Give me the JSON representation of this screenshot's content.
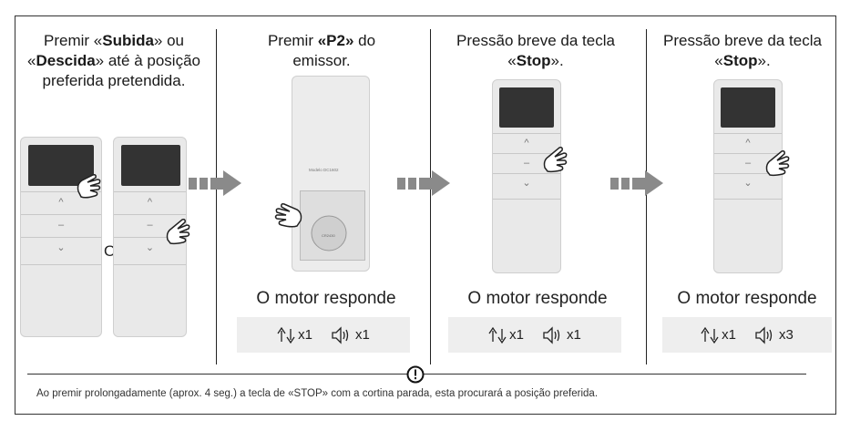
{
  "steps": [
    {
      "pre": "Premir «",
      "bold1": "Subida",
      "mid": "» ou «",
      "bold2": "Descida",
      "post": "» até à posição preferida pretendida."
    },
    {
      "pre": "Premir ",
      "bold1": "«P2»",
      "post": " do emissor."
    },
    {
      "pre": "Pressão breve da tecla «",
      "bold1": "Stop",
      "post": "»."
    },
    {
      "pre": "Pressão breve da tecla «",
      "bold1": "Stop",
      "post": "»."
    }
  ],
  "or_label": "O",
  "responses": [
    {
      "label": "O motor responde",
      "move_count": "x1",
      "beep_count": "x1"
    },
    {
      "label": "O motor responde",
      "move_count": "x1",
      "beep_count": "x1"
    },
    {
      "label": "O motor responde",
      "move_count": "x1",
      "beep_count": "x3"
    }
  ],
  "remote_buttons": {
    "up": "^",
    "stop": "–",
    "down": "⌄"
  },
  "remote_back_text": {
    "model": "Modelo DC1602",
    "battery": "CR2430"
  },
  "note": "Ao premir prolongadamente (aprox. 4 seg.) a tecla de «STOP» com a cortina parada, esta procurará a posição preferida.",
  "icons": [
    "move-up-down-icon",
    "beep-icon",
    "warning-icon",
    "hand-press-icon",
    "arrow-right-icon"
  ]
}
